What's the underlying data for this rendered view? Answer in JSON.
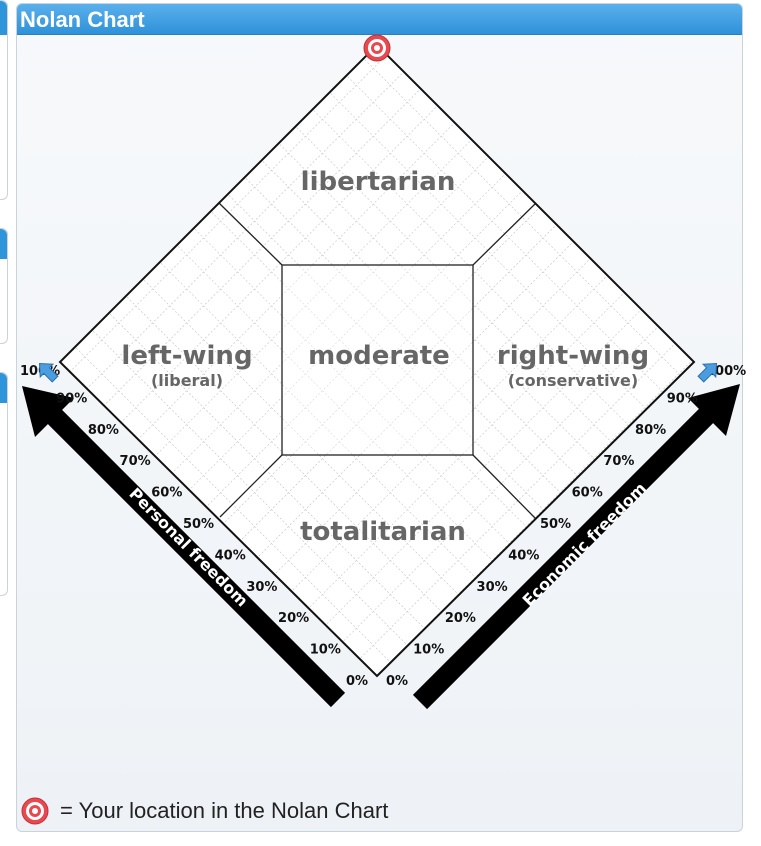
{
  "panel": {
    "title": "Nolan Chart"
  },
  "chart": {
    "regions": {
      "top": "libertarian",
      "left": "left-wing",
      "left_sub": "(liberal)",
      "center": "moderate",
      "right": "right-wing",
      "right_sub": "(conservative)",
      "bottom": "totalitarian"
    },
    "axes": {
      "left_label": "Personal freedom",
      "right_label": "Economic freedom",
      "left_ticks": [
        "0%",
        "10%",
        "20%",
        "30%",
        "40%",
        "50%",
        "60%",
        "70%",
        "80%",
        "90%",
        "100%"
      ],
      "right_ticks": [
        "0%",
        "10%",
        "20%",
        "30%",
        "40%",
        "50%",
        "60%",
        "70%",
        "80%",
        "90%",
        "100%"
      ],
      "left_end_label": "100%",
      "right_end_label": "100%"
    },
    "marker": {
      "personal_freedom_pct": 100,
      "economic_freedom_pct": 100
    },
    "colors": {
      "marker": "#e8494f",
      "arrow": "#000000",
      "pointer": "#4a9ee0",
      "region_text": "#666666",
      "tick_text": "#111111"
    }
  },
  "legend": {
    "icon": "target-marker-icon",
    "text": "= Your location in the Nolan Chart"
  }
}
